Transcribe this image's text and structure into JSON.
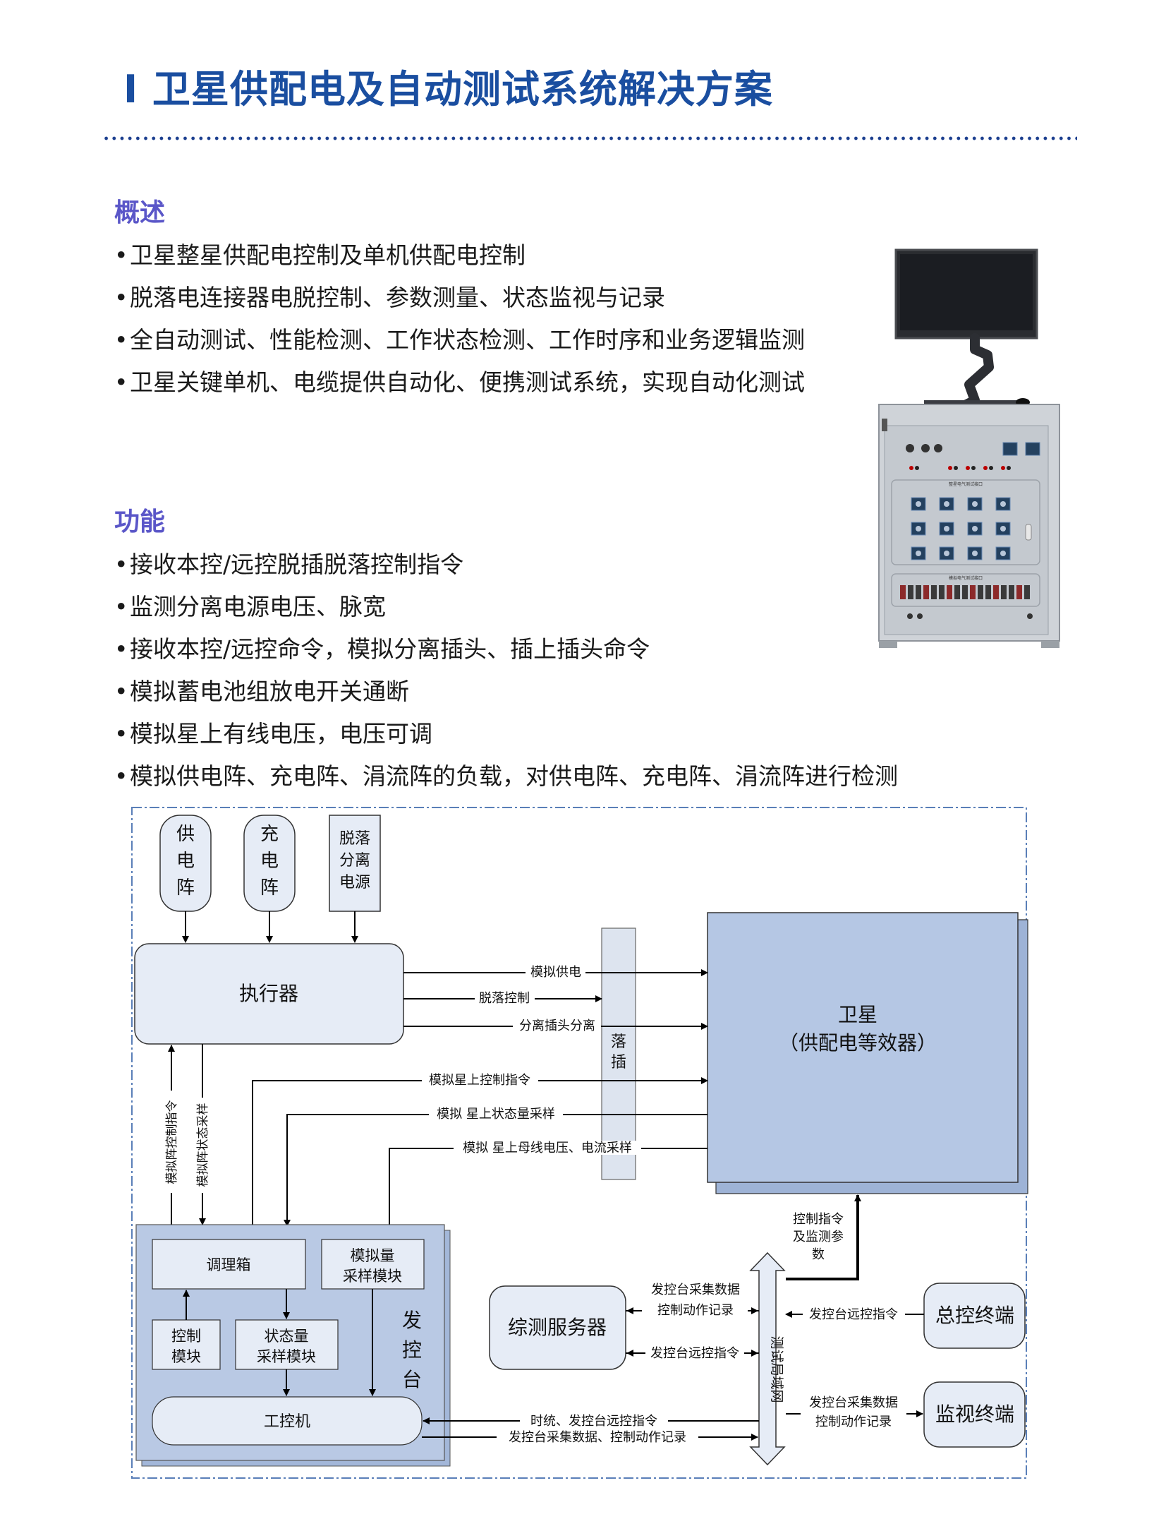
{
  "page": {
    "title": "I 卫星供配电及自动测试系统解决方案"
  },
  "overview": {
    "heading": "概述",
    "items": [
      "卫星整星供配电控制及单机供配电控制",
      "脱落电连接器电脱控制、参数测量、状态监视与记录",
      "全自动测试、性能检测、工作状态检测、工作时序和业务逻辑监测",
      "卫星关键单机、电缆提供自动化、便携测试系统，实现自动化测试"
    ]
  },
  "functions": {
    "heading": "功能",
    "items": [
      "接收本控/远控脱插脱落控制指令",
      "监测分离电源电压、脉宽",
      "接收本控/远控命令，模拟分离插头、插上插头命令",
      "模拟蓄电池组放电开关通断",
      "模拟星上有线电压，电压可调",
      "模拟供电阵、充电阵、涓流阵的负载，对供电阵、充电阵、涓流阵进行检测"
    ]
  },
  "cabinet": {
    "panel_label_1": "整星电气测试接口",
    "panel_label_2": "模拟电气测试接口"
  },
  "diagram": {
    "supply_array": [
      "供",
      "电",
      "阵"
    ],
    "charge_array": [
      "充",
      "电",
      "阵"
    ],
    "separation_power": [
      "脱落",
      "分离",
      "电源"
    ],
    "executor": "执行器",
    "plug": [
      "落",
      "插"
    ],
    "satellite_line1": "卫星",
    "satellite_line2": "（供配电等效器）",
    "sig_sim_power": "模拟供电",
    "sig_drop_control": "脱落控制",
    "sig_plug_separation": "分离插头分离",
    "sig_onboard_cmd": "模拟星上控制指令",
    "sig_status_sampling": "模拟 星上状态量采样",
    "sig_bus_sampling": "模拟 星上母线电压、电流采样",
    "sig_array_cmd": "模拟阵控制指令",
    "sig_array_status": "模拟阵状态采样",
    "conditioner": "调理箱",
    "analog_sampling": [
      "模拟量",
      "采样模块"
    ],
    "control_module": [
      "控制",
      "模块"
    ],
    "status_sampling_module": [
      "状态量",
      "采样模块"
    ],
    "ipc": "工控机",
    "launch_console": [
      "发",
      "控",
      "台"
    ],
    "server": "综测服务器",
    "lan": "测试局域网",
    "master_terminal": "总控终端",
    "monitor_terminal": "监视终端",
    "sig_ctrl_monitor": [
      "控制指令",
      "及监测参",
      "数"
    ],
    "sig_server_data": [
      "发控台采集数据",
      "控制动作记录"
    ],
    "sig_server_remote": "发控台远控指令",
    "sig_master_remote": "发控台远控指令",
    "sig_monitor_data": [
      "发控台采集数据",
      "控制动作记录"
    ],
    "sig_ipc_in": "时统、发控台远控指令",
    "sig_ipc_out": "发控台采集数据、控制动作记录"
  },
  "colors": {
    "title": "#1a4ea0",
    "heading": "#5a56c8",
    "box_fill": "#e6ecf6",
    "satellite_fill": "#b5c7e4",
    "console_fill": "#b9c9e4",
    "dots": "#1c3f8f"
  }
}
